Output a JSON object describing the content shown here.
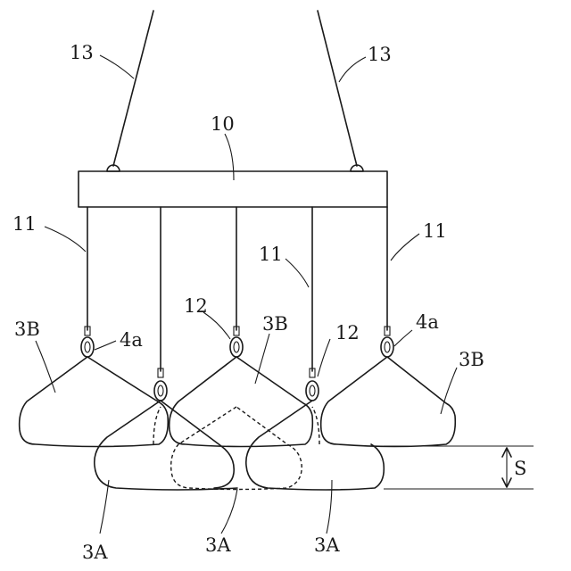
{
  "labels": {
    "crane_wire_left": "13",
    "crane_wire_right": "13",
    "beam": "10",
    "hanger_1": "11",
    "hanger_3": "11",
    "hanger_5": "11",
    "hook_mid": "12",
    "hook_right": "12",
    "ring_left": "4a",
    "ring_right": "4a",
    "bag_b_left": "3B",
    "bag_b_mid": "3B",
    "bag_b_right": "3B",
    "bag_a_left": "3A",
    "bag_a_mid": "3A",
    "bag_a_right": "3A",
    "offset": "S"
  }
}
